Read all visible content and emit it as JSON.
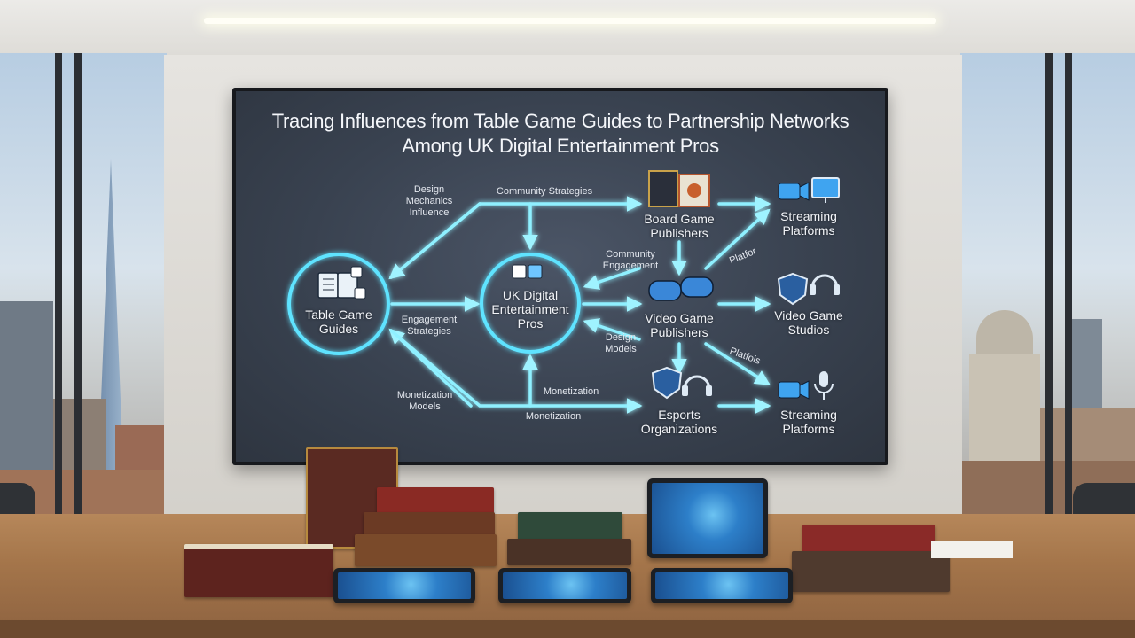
{
  "diagram": {
    "title_line1": "Tracing Influences from Table Game Guides to Partnership Networks",
    "title_line2": "Among UK Digital Entertainment Pros",
    "nodes": {
      "table_game_guides": "Table Game\nGuides",
      "uk_pros": "UK Digital\nEntertainment\nPros",
      "board_game_publishers": "Board Game\nPublishers",
      "video_game_publishers": "Video Game\nPublishers",
      "esports_organizations": "Esports\nOrganizations",
      "streaming_platforms_top": "Streaming\nPlatforms",
      "video_game_studios": "Video Game\nStudios",
      "streaming_platforms_bottom": "Streaming\nPlatforms"
    },
    "edges": {
      "design_mechanics_influence": "Design\nMechanics\nInfluence",
      "community_strategies": "Community Strategies",
      "community_engagement": "Community\nEngagement",
      "engagement_strategies": "Engagement\nStrategies",
      "design_models": "Design\nModels",
      "monetization_models": "Monetization\nModels",
      "monetization_upper": "Monetization",
      "monetization_lower": "Monetization",
      "platfor": "Platfor",
      "platfois": "Platfois"
    },
    "icons": [
      "book-icon",
      "dice-icon",
      "board-game-box-icon",
      "gamepad-icon",
      "shield-icon",
      "headset-icon",
      "camera-icon",
      "monitor-icon",
      "microphone-icon"
    ],
    "colors": {
      "glow": "#5fe3ff",
      "arrow": "#8ff0ff",
      "screen_bg": "#3a4350"
    }
  }
}
